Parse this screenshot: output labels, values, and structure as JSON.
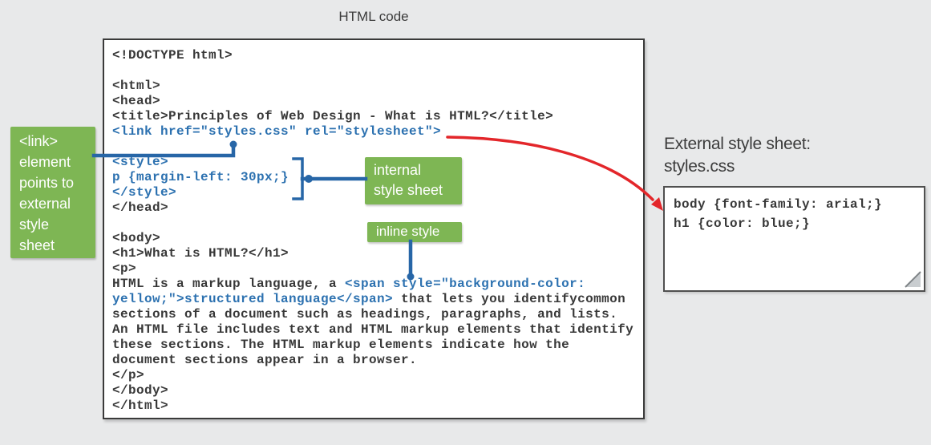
{
  "colors": {
    "bg": "#E8E9EA",
    "green": "#7EB654",
    "blue": "#2C71B0",
    "connector": "#2766A7",
    "red": "#E3262A",
    "dark": "#383838",
    "border": "#3a3a3a"
  },
  "diagram": {
    "title": "HTML code",
    "code_box": {
      "lines": [
        {
          "segments": [
            {
              "color": "dark",
              "text": "<!DOCTYPE html>"
            }
          ]
        },
        {
          "segments": []
        },
        {
          "segments": [
            {
              "color": "dark",
              "text": "<html>"
            }
          ]
        },
        {
          "segments": [
            {
              "color": "dark",
              "text": "<head>"
            }
          ]
        },
        {
          "segments": [
            {
              "color": "dark",
              "text": "<title>Principles of Web Design - What is HTML?</title>"
            }
          ]
        },
        {
          "segments": [
            {
              "color": "blue",
              "text": "<link href=\"styles.css\" rel=\"stylesheet\">"
            }
          ]
        },
        {
          "segments": []
        },
        {
          "segments": [
            {
              "color": "blue",
              "text": "<style>"
            }
          ]
        },
        {
          "segments": [
            {
              "color": "blue",
              "text": "p {margin-left: 30px;}"
            }
          ]
        },
        {
          "segments": [
            {
              "color": "blue",
              "text": "</style>"
            }
          ]
        },
        {
          "segments": [
            {
              "color": "dark",
              "text": "</head>"
            }
          ]
        },
        {
          "segments": []
        },
        {
          "segments": [
            {
              "color": "dark",
              "text": "<body>"
            }
          ]
        },
        {
          "segments": [
            {
              "color": "dark",
              "text": "<h1>What is HTML?</h1>"
            }
          ]
        },
        {
          "segments": [
            {
              "color": "dark",
              "text": "<p>"
            }
          ]
        },
        {
          "segments": [
            {
              "color": "dark",
              "text": "HTML is a markup language, a "
            },
            {
              "color": "blue",
              "text": "<span style=\"background-color:"
            }
          ]
        },
        {
          "segments": [
            {
              "color": "blue",
              "text": "yellow;\">structured language</span>"
            },
            {
              "color": "dark",
              "text": " that lets you identifycommon"
            }
          ]
        },
        {
          "segments": [
            {
              "color": "dark",
              "text": "sections of a document such as headings, paragraphs, and lists."
            }
          ]
        },
        {
          "segments": [
            {
              "color": "dark",
              "text": "An HTML file includes text and HTML markup elements that identify"
            }
          ]
        },
        {
          "segments": [
            {
              "color": "dark",
              "text": "these sections. The HTML markup elements indicate how the"
            }
          ]
        },
        {
          "segments": [
            {
              "color": "dark",
              "text": "document sections appear in a browser."
            }
          ]
        },
        {
          "segments": [
            {
              "color": "dark",
              "text": "</p>"
            }
          ]
        },
        {
          "segments": [
            {
              "color": "dark",
              "text": "</body>"
            }
          ]
        },
        {
          "segments": [
            {
              "color": "dark",
              "text": "</html>"
            }
          ]
        }
      ]
    },
    "labels": {
      "link": {
        "text": "<link>\nelement\npoints to\nexternal\nstyle\nsheet"
      },
      "internal": {
        "text": "internal\nstyle sheet"
      },
      "inline": {
        "text": "inline style"
      }
    },
    "external_sheet": {
      "title_line1": "External style sheet:",
      "title_line2": "styles.css",
      "code": [
        "body {font-family: arial;}",
        "h1 {color: blue;}"
      ]
    }
  }
}
